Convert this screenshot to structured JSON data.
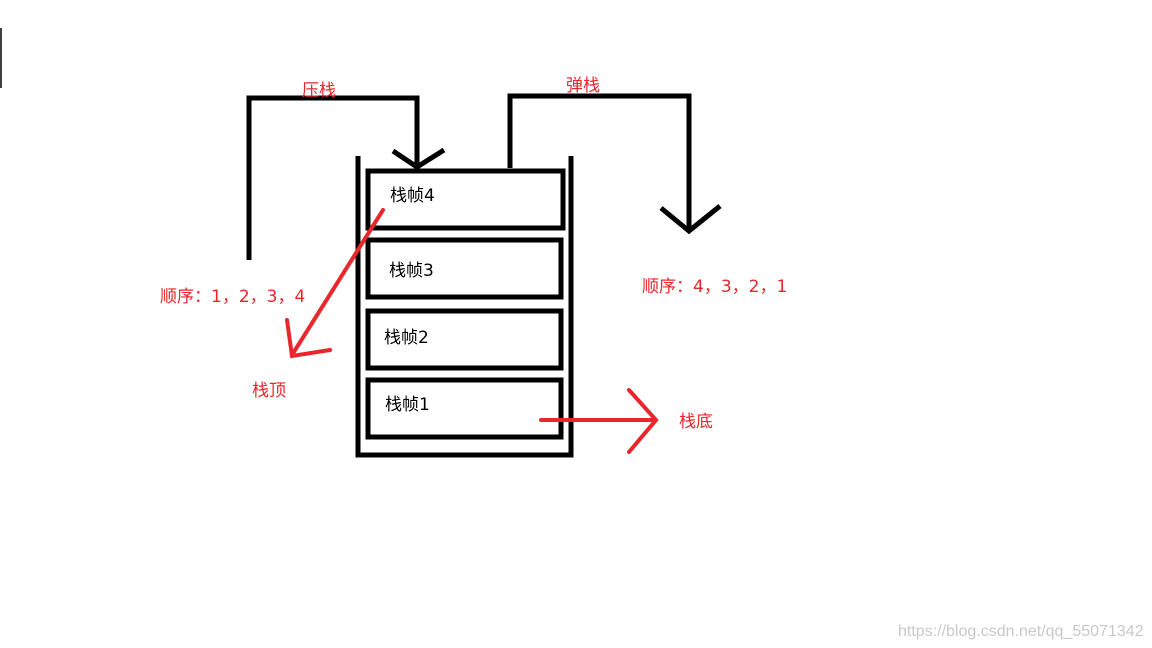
{
  "labels": {
    "push": "压栈",
    "pop": "弹栈",
    "push_order": "顺序：1，2，3，4",
    "pop_order": "顺序：4，3，2，1",
    "top": "栈顶",
    "bottom": "栈底"
  },
  "frames": [
    "栈帧4",
    "栈帧3",
    "栈帧2",
    "栈帧1"
  ],
  "watermark": "https://blog.csdn.net/qq_55071342",
  "colors": {
    "annotation": "#e8262b",
    "stroke": "#000000",
    "watermark": "#c9c9c9"
  }
}
